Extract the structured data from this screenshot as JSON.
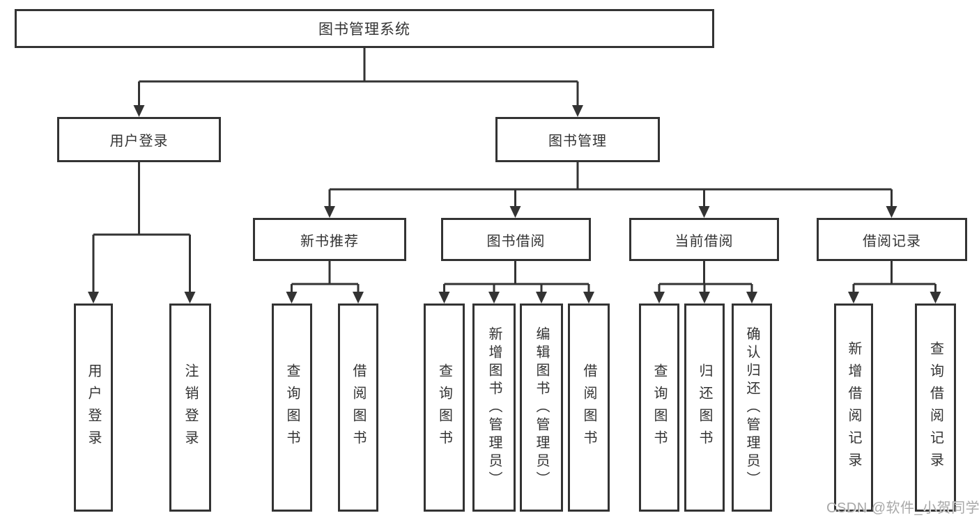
{
  "diagram": {
    "title": "图书管理系统",
    "watermark": "CSDN @软件_小贺同学",
    "colors": {
      "line": "#333333",
      "text": "#333333",
      "box_border": "#333333",
      "box_background": "#ffffff",
      "page_background": "#ffffff",
      "watermark": "#a8a8a8"
    },
    "nodes": {
      "root": "图书管理系统",
      "level2": [
        "用户登录",
        "图书管理"
      ],
      "level3": [
        "新书推荐",
        "图书借阅",
        "当前借阅",
        "借阅记录"
      ],
      "leaves_user_login": [
        "用户登录",
        "注销登录"
      ],
      "leaves_new_book": [
        "查询图书",
        "借阅图书"
      ],
      "leaves_book_borrow": [
        "查询图书",
        "新增图书（管理员）",
        "编辑图书（管理员）",
        "借阅图书"
      ],
      "leaves_current_borrow": [
        "查询图书",
        "归还图书",
        "确认归还（管理员）"
      ],
      "leaves_borrow_records": [
        "新增借阅记录",
        "查询借阅记录"
      ]
    },
    "hierarchy": {
      "label": "图书管理系统",
      "children": [
        {
          "label": "用户登录",
          "children": [
            {
              "label": "用户登录"
            },
            {
              "label": "注销登录"
            }
          ]
        },
        {
          "label": "图书管理",
          "children": [
            {
              "label": "新书推荐",
              "children": [
                {
                  "label": "查询图书"
                },
                {
                  "label": "借阅图书"
                }
              ]
            },
            {
              "label": "图书借阅",
              "children": [
                {
                  "label": "查询图书"
                },
                {
                  "label": "新增图书（管理员）"
                },
                {
                  "label": "编辑图书（管理员）"
                },
                {
                  "label": "借阅图书"
                }
              ]
            },
            {
              "label": "当前借阅",
              "children": [
                {
                  "label": "查询图书"
                },
                {
                  "label": "归还图书"
                },
                {
                  "label": "确认归还（管理员）"
                }
              ]
            },
            {
              "label": "借阅记录",
              "children": [
                {
                  "label": "新增借阅记录"
                },
                {
                  "label": "查询借阅记录"
                }
              ]
            }
          ]
        }
      ]
    }
  }
}
